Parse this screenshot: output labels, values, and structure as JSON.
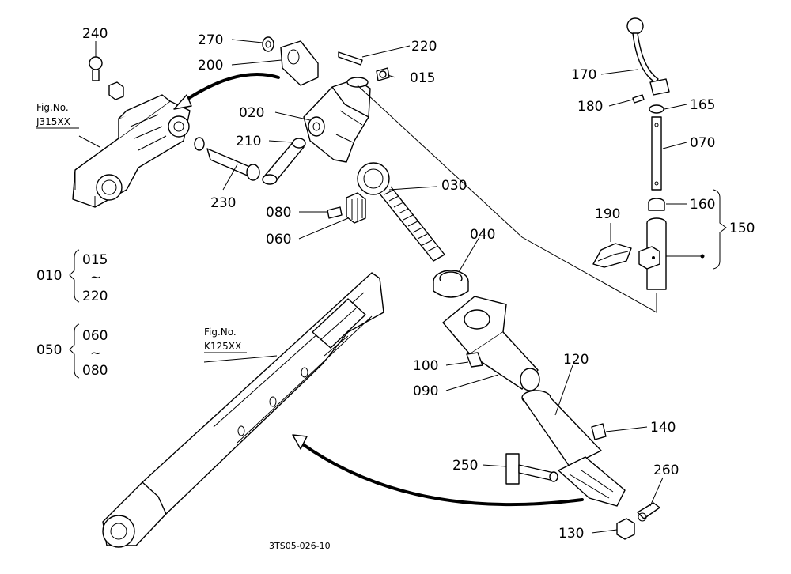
{
  "labels": {
    "p240": "240",
    "p270": "270",
    "p200": "200",
    "p220": "220",
    "p015": "015",
    "p020": "020",
    "p210": "210",
    "p230": "230",
    "p030": "030",
    "p080": "080",
    "p060": "060",
    "p040": "040",
    "p010": "010",
    "p050": "050",
    "p100": "100",
    "p090": "090",
    "p120": "120",
    "p140": "140",
    "p250": "250",
    "p260": "260",
    "p130": "130",
    "p170": "170",
    "p180": "180",
    "p165": "165",
    "p070": "070",
    "p160": "160",
    "p190": "190",
    "p150": "150"
  },
  "groups": {
    "g010": {
      "head": "010",
      "from": "015",
      "tilde": "~",
      "to": "220"
    },
    "g050": {
      "head": "050",
      "from": "060",
      "tilde": "~",
      "to": "080"
    }
  },
  "figrefs": {
    "fig1_title": "Fig.No.",
    "fig1_code": "J315XX",
    "fig2_title": "Fig.No.",
    "fig2_code": "K125XX"
  },
  "drawing_code": "3TS05-026-10"
}
